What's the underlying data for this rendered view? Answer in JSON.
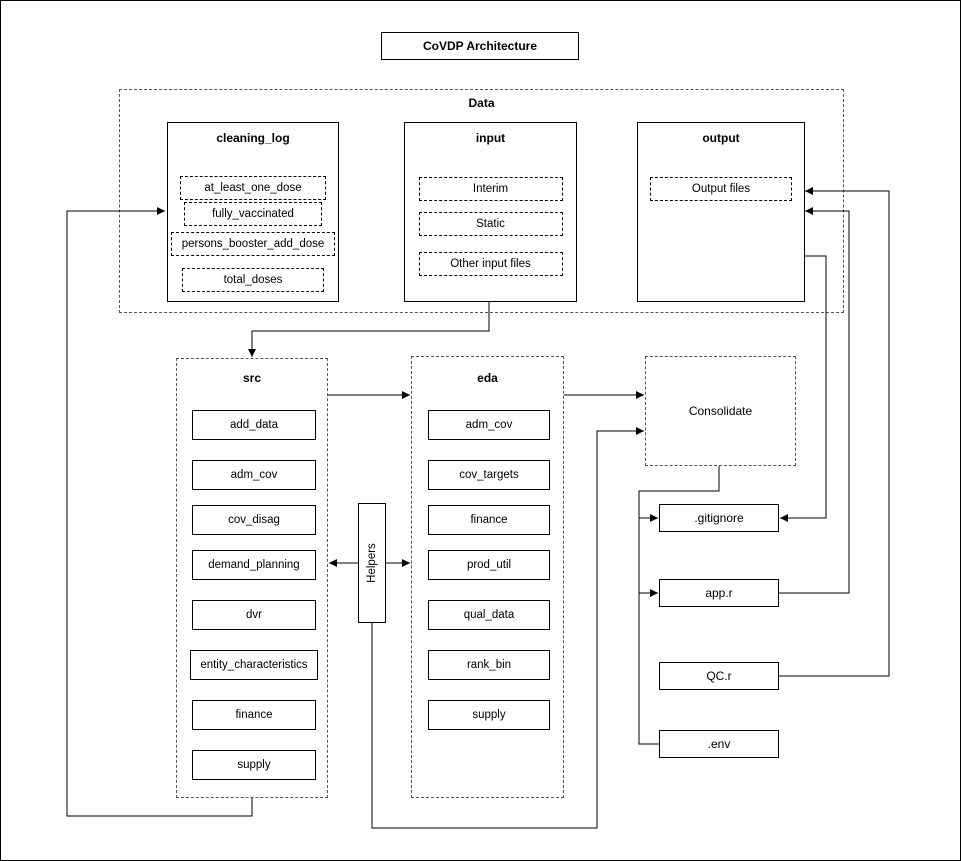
{
  "title": "CoVDP Architecture",
  "data_container": {
    "label": "Data",
    "cleaning_log": {
      "label": "cleaning_log",
      "items": [
        "at_least_one_dose",
        "fully_vaccinated",
        "persons_booster_add_dose",
        "total_doses"
      ]
    },
    "input": {
      "label": "input",
      "items": [
        "Interim",
        "Static",
        "Other input files"
      ]
    },
    "output": {
      "label": "output",
      "items": [
        "Output files"
      ]
    }
  },
  "src": {
    "label": "src",
    "items": [
      "add_data",
      "adm_cov",
      "cov_disag",
      "demand_planning",
      "dvr",
      "entity_characteristics",
      "finance",
      "supply"
    ]
  },
  "eda": {
    "label": "eda",
    "items": [
      "adm_cov",
      "cov_targets",
      "finance",
      "prod_util",
      "qual_data",
      "rank_bin",
      "supply"
    ]
  },
  "helpers": {
    "label": "Helpers"
  },
  "consolidate": {
    "label": "Consolidate"
  },
  "files": {
    "gitignore": ".gitignore",
    "app_r": "app.r",
    "qc_r": "QC.r",
    "env": ".env"
  },
  "colors": {
    "line": "#000000",
    "box_border": "#000000",
    "container_border": "#555555",
    "background": "#ffffff"
  }
}
